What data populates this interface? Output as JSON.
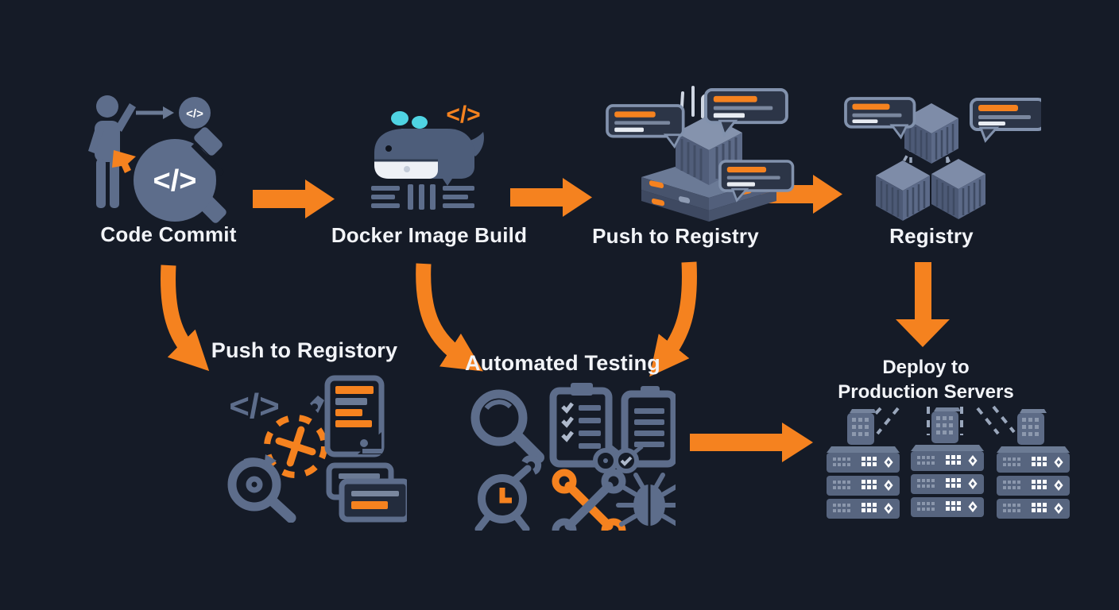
{
  "pipeline": {
    "top_steps": [
      {
        "label": "Code Commit"
      },
      {
        "label": "Docker Image Build"
      },
      {
        "label": "Push to Registry"
      },
      {
        "label": "Registry"
      }
    ],
    "bottom_steps": [
      {
        "label": "Push to Registory"
      },
      {
        "label": "Automated Testing"
      },
      {
        "label_line1": "Deploy to",
        "label_line2": "Production Servers"
      }
    ],
    "icon_code_glyph": "</>",
    "colors": {
      "background": "#151b27",
      "arrow_orange": "#f5821f",
      "icon_slate": "#5d6d8b",
      "icon_slate_dark": "#46536c",
      "bubble_fill": "#2c3547",
      "bubble_border": "#8292ad",
      "whale_body": "#4d5d7a",
      "spout_cyan": "#4fd4e3",
      "text_white": "#f2f4f8"
    }
  }
}
